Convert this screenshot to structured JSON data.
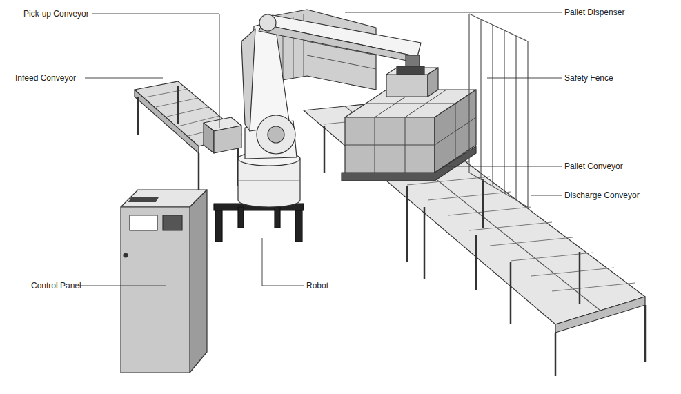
{
  "diagram": {
    "labels": [
      "Pick-up Conveyor",
      "Pallet Dispenser",
      "Infeed Conveyor",
      "Safety Fence",
      "Pallet Conveyor",
      "Discharge Conveyor",
      "Control Panel",
      "Robot"
    ]
  }
}
